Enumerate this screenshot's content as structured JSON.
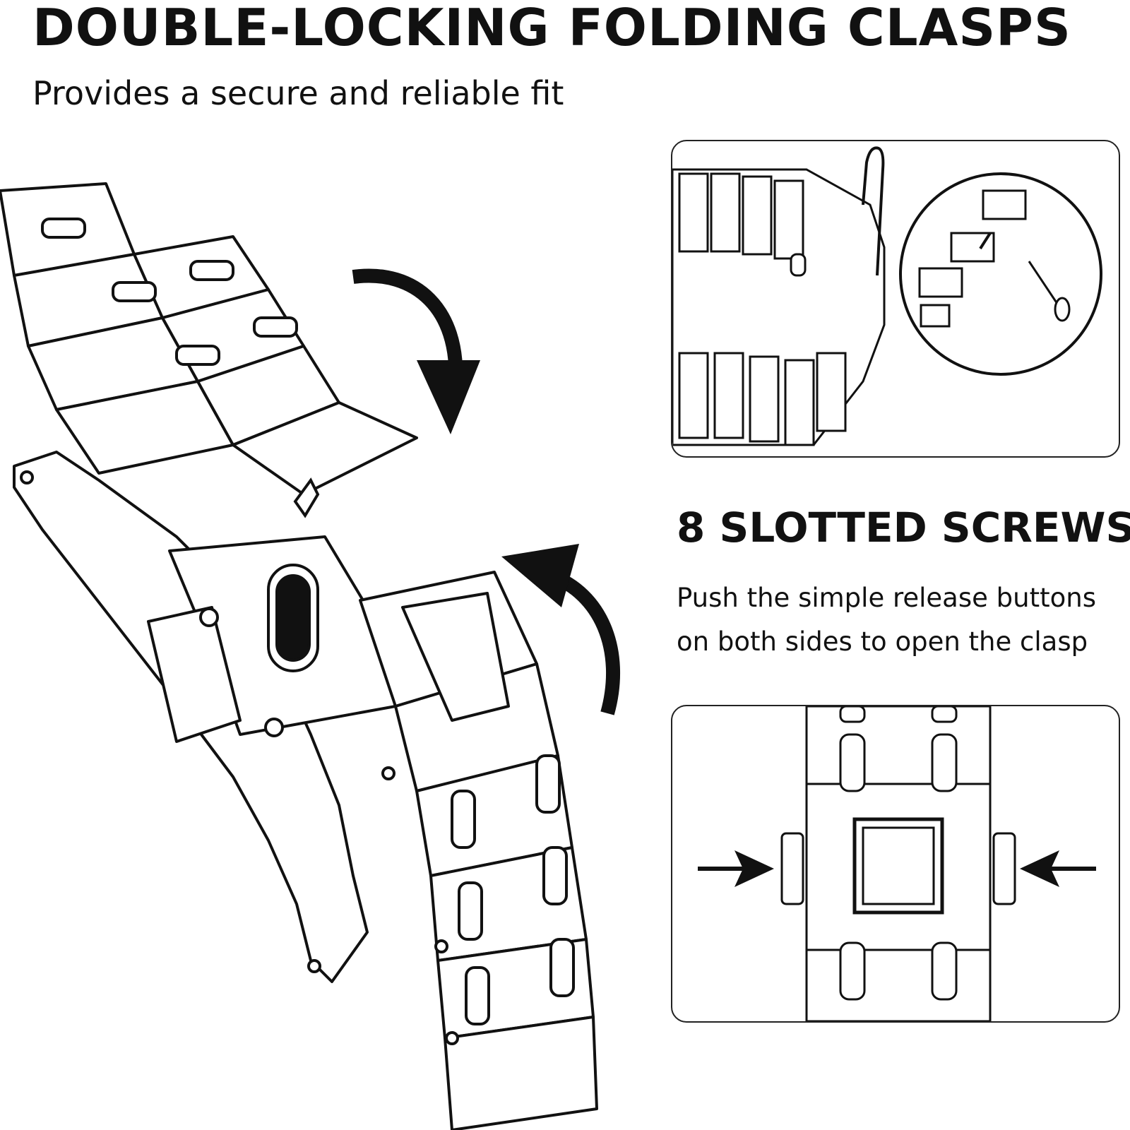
{
  "header": {
    "title": "DOUBLE-LOCKING FOLDING CLASPS",
    "subtitle": "Provides a secure and reliable fit"
  },
  "feature": {
    "title": "8 SLOTTED SCREWS",
    "description_lines": [
      "Push the simple release buttons",
      "on both sides to open the clasp"
    ]
  },
  "icons": {
    "down_arrow": "curved-arrow-down-icon",
    "up_arrow": "curved-arrow-up-icon",
    "press_left": "arrow-right-icon",
    "press_right": "arrow-left-icon"
  },
  "colors": {
    "ink": "#111111",
    "background": "#ffffff"
  }
}
